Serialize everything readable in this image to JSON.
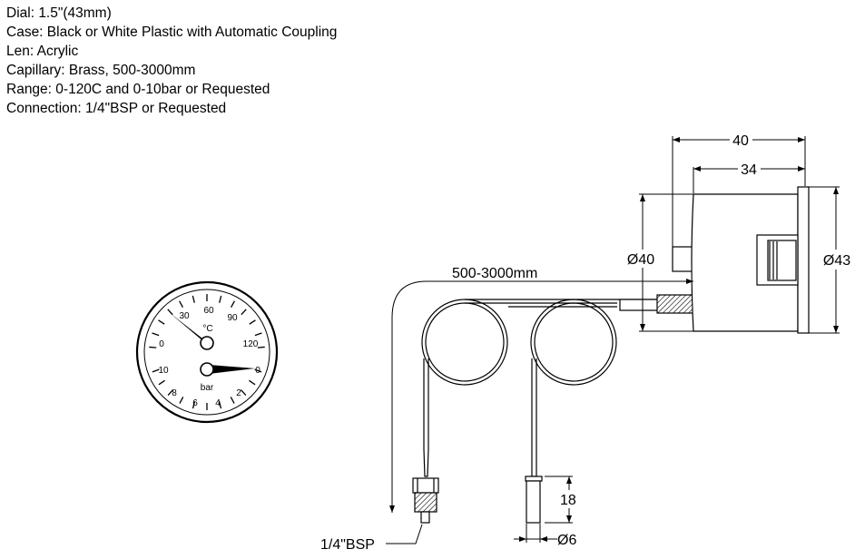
{
  "specs": [
    "Dial: 1.5\"(43mm)",
    "Case: Black or White Plastic with Automatic Coupling",
    "Len: Acrylic",
    "Capillary: Brass, 500-3000mm",
    "Range: 0-120C and 0-10bar or Requested",
    "Connection: 1/4\"BSP or Requested"
  ],
  "dial": {
    "temp_ticks": [
      "0",
      "30",
      "60",
      "90",
      "120"
    ],
    "temp_unit": "°C",
    "pressure_ticks": [
      "10",
      "8",
      "6",
      "4",
      "2",
      "0"
    ],
    "pressure_unit": "bar"
  },
  "dims": {
    "length_40": "40",
    "length_34": "34",
    "dia_40": "Ø40",
    "dia_43": "Ø43",
    "capillary": "500-3000mm",
    "bulb_length": "18",
    "bulb_dia": "Ø6",
    "thread": "1/4\"BSP"
  }
}
